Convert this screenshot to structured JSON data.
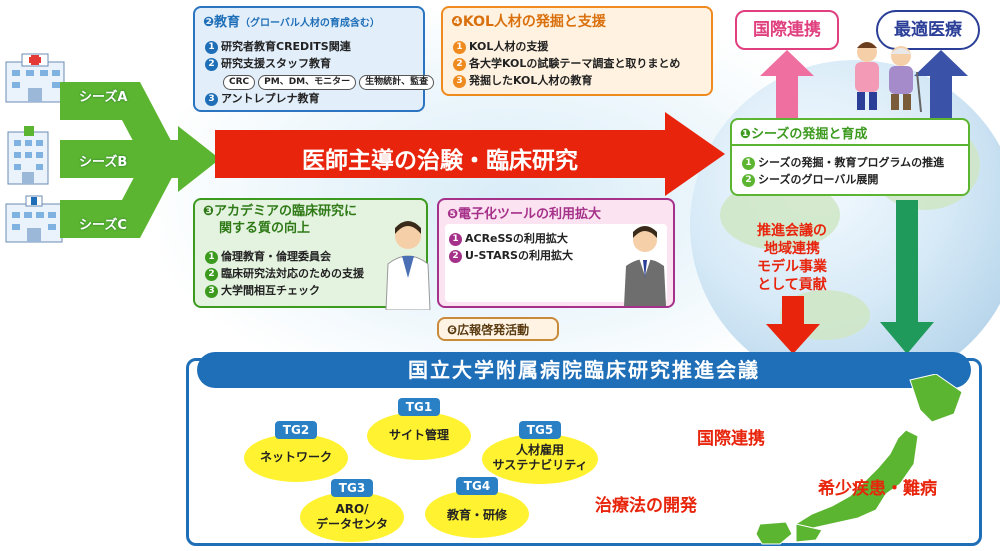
{
  "seeds": [
    {
      "label": "シーズA"
    },
    {
      "label": "シーズB"
    },
    {
      "label": "シーズC"
    }
  ],
  "main_arrow": {
    "label": "医師主導の治験・臨床研究"
  },
  "box_education": {
    "title": "❷教育",
    "title_sub": "（グローバル人材の育成含む）",
    "items": [
      {
        "num": "1",
        "text": "研究者教育CREDITS関連"
      },
      {
        "num": "2",
        "text": "研究支援スタッフ教育"
      },
      {
        "num": "3",
        "text": "アントレプレナ教育"
      }
    ],
    "pills": [
      "CRC",
      "PM、DM、モニター",
      "生物統計、監査"
    ]
  },
  "box_kol": {
    "title": "❹KOL人材の発掘と支援",
    "items": [
      {
        "num": "1",
        "text": "KOL人材の支援"
      },
      {
        "num": "2",
        "text": "各大学KOLの試験テーマ調査と取りまとめ"
      },
      {
        "num": "3",
        "text": "発掘したKOL人材の教育"
      }
    ]
  },
  "box_quality": {
    "title_line1": "❸アカデミアの臨床研究に",
    "title_line2": "関する質の向上",
    "items": [
      {
        "num": "1",
        "text": "倫理教育・倫理委員会"
      },
      {
        "num": "2",
        "text": "臨床研究法対応のための支援"
      },
      {
        "num": "3",
        "text": "大学間相互チェック"
      }
    ]
  },
  "box_digital": {
    "title": "❺電子化ツールの利用拡大",
    "items": [
      {
        "num": "1",
        "text": "ACReSSの利用拡大"
      },
      {
        "num": "2",
        "text": "U-STARSの利用拡大"
      }
    ]
  },
  "box_pr": {
    "title": "❻広報啓発活動"
  },
  "box_seeds": {
    "title": "❶シーズの発掘と育成",
    "items": [
      {
        "num": "1",
        "text": "シーズの発掘・教育プログラムの推進"
      },
      {
        "num": "2",
        "text": "シーズのグローバル展開"
      }
    ]
  },
  "top_badges": {
    "intl": "国際連携",
    "optimal": "最適医療"
  },
  "contribution_text": [
    "推進会議の",
    "地域連携",
    "モデル事業",
    "として貢献"
  ],
  "council": {
    "title": "国立大学附属病院臨床研究推進会議"
  },
  "task_groups": [
    {
      "tag": "TG1",
      "lines": [
        "サイト管理"
      ]
    },
    {
      "tag": "TG2",
      "lines": [
        "ネットワーク"
      ]
    },
    {
      "tag": "TG3",
      "lines": [
        "ARO/",
        "データセンタ"
      ]
    },
    {
      "tag": "TG4",
      "lines": [
        "教育・研修"
      ]
    },
    {
      "tag": "TG5",
      "lines": [
        "人材雇用",
        "サステナビリティ"
      ]
    }
  ],
  "map_labels": {
    "intl": "国際連携",
    "therapy": "治療法の開発",
    "rare": "希少疾患・難病"
  },
  "colors": {
    "green": "#5cb531",
    "red": "#e8250c",
    "blue": "#1f6fb8",
    "orange": "#ef8a1f",
    "pink": "#e0407f",
    "purple": "#a6318a",
    "navy": "#2b3f98"
  },
  "icons": [
    "hospital-icon",
    "doctor-icon",
    "businessman-icon",
    "caregiver-icon",
    "japan-map-icon",
    "globe-icon"
  ]
}
